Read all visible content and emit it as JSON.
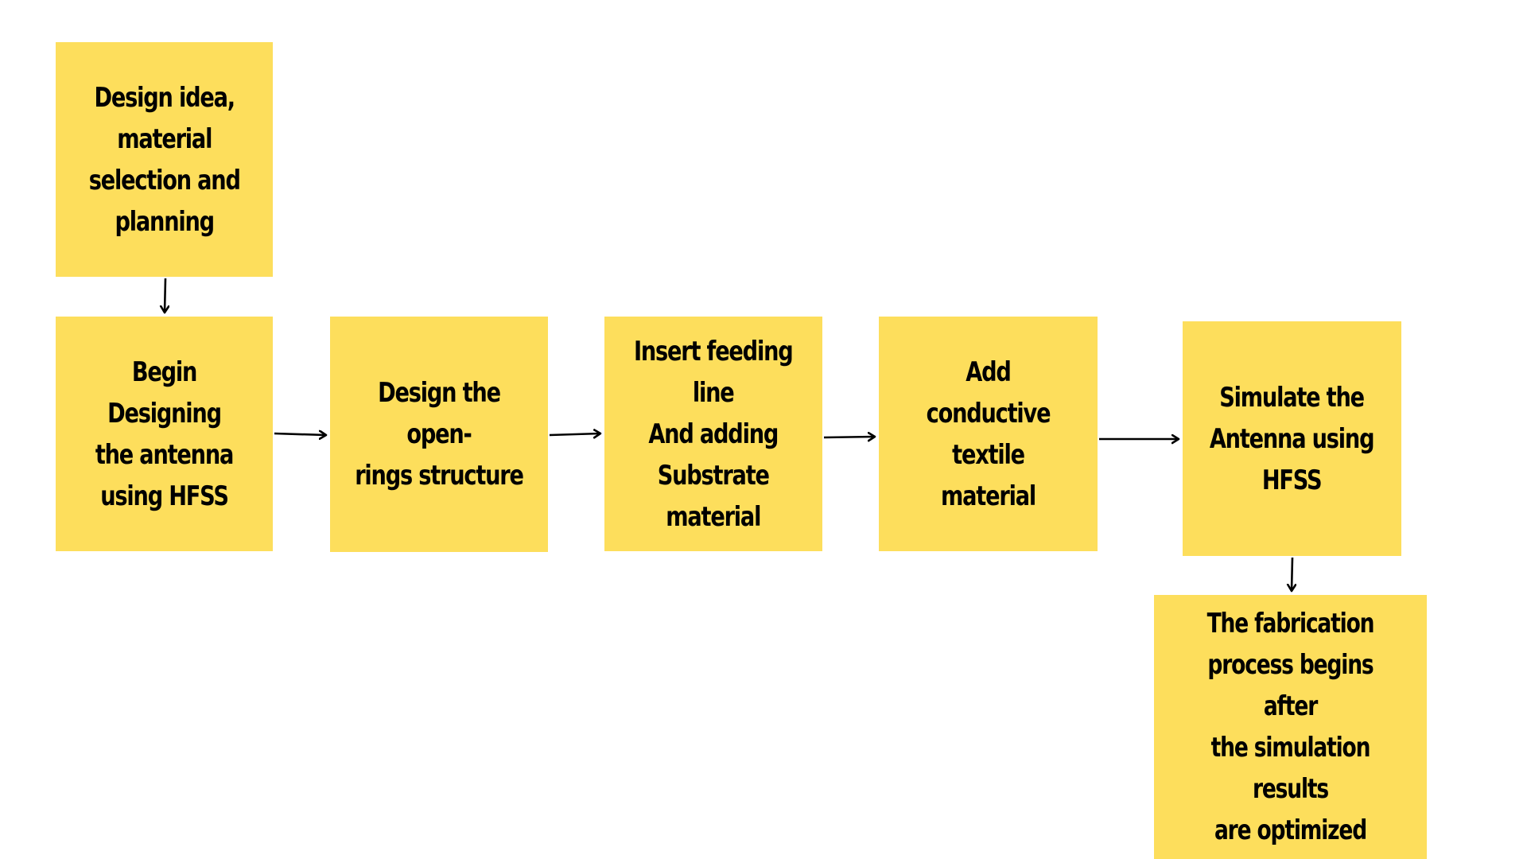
{
  "flowchart": {
    "steps": [
      {
        "id": "b1",
        "text": "Design idea,\nmaterial\nselection and\nplanning"
      },
      {
        "id": "b2",
        "text": "Begin Designing\nthe antenna\nusing HFSS"
      },
      {
        "id": "b3",
        "text": "Design the open-\nrings structure"
      },
      {
        "id": "b4",
        "text": "Insert feeding\nline\nAnd adding\nSubstrate\nmaterial"
      },
      {
        "id": "b5",
        "text": "Add conductive\ntextile material"
      },
      {
        "id": "b6",
        "text": "Simulate the\nAntenna using\nHFSS"
      },
      {
        "id": "b7",
        "text": "The fabrication\nprocess begins after\nthe simulation results\nare optimized"
      }
    ],
    "connections": [
      {
        "from": "b1",
        "to": "b2",
        "direction": "down"
      },
      {
        "from": "b2",
        "to": "b3",
        "direction": "right"
      },
      {
        "from": "b3",
        "to": "b4",
        "direction": "right"
      },
      {
        "from": "b4",
        "to": "b5",
        "direction": "right"
      },
      {
        "from": "b5",
        "to": "b6",
        "direction": "right"
      },
      {
        "from": "b6",
        "to": "b7",
        "direction": "down"
      }
    ]
  },
  "colors": {
    "box_fill": "#fdde5c",
    "text": "#000000",
    "arrow": "#000000",
    "background": "#ffffff"
  }
}
